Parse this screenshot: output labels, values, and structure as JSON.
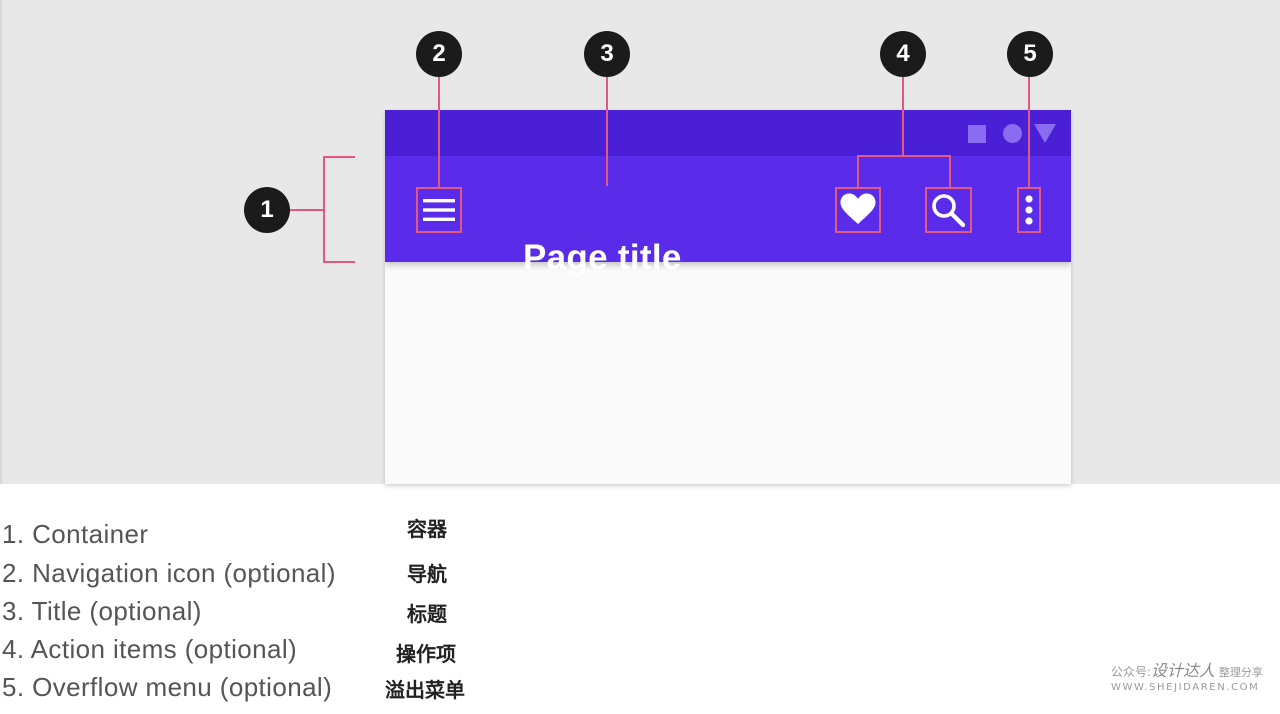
{
  "figure": {
    "app_bar": {
      "title": "Page title",
      "colors": {
        "status_bar": "#4a1fd6",
        "app_bar": "#5a2be8",
        "highlight": "#e4577e"
      },
      "icons": [
        "menu-icon",
        "heart-icon",
        "search-icon",
        "more-vert-icon"
      ],
      "status_icons": [
        "square-icon",
        "circle-icon",
        "triangle-icon"
      ]
    },
    "callouts": [
      "1",
      "2",
      "3",
      "4",
      "5"
    ]
  },
  "legend": [
    {
      "label": "1. Container",
      "cn": "容器"
    },
    {
      "label": "2. Navigation icon (optional)",
      "cn": "导航"
    },
    {
      "label": "3. Title (optional)",
      "cn": "标题"
    },
    {
      "label": "4. Action items (optional)",
      "cn": "操作项"
    },
    {
      "label": "5. Overflow menu (optional)",
      "cn": "溢出菜单"
    }
  ],
  "watermark": {
    "prefix": "公众号:",
    "brand": "设计达人",
    "suffix": "整理分享",
    "url": "WWW.SHEJIDAREN.COM"
  }
}
